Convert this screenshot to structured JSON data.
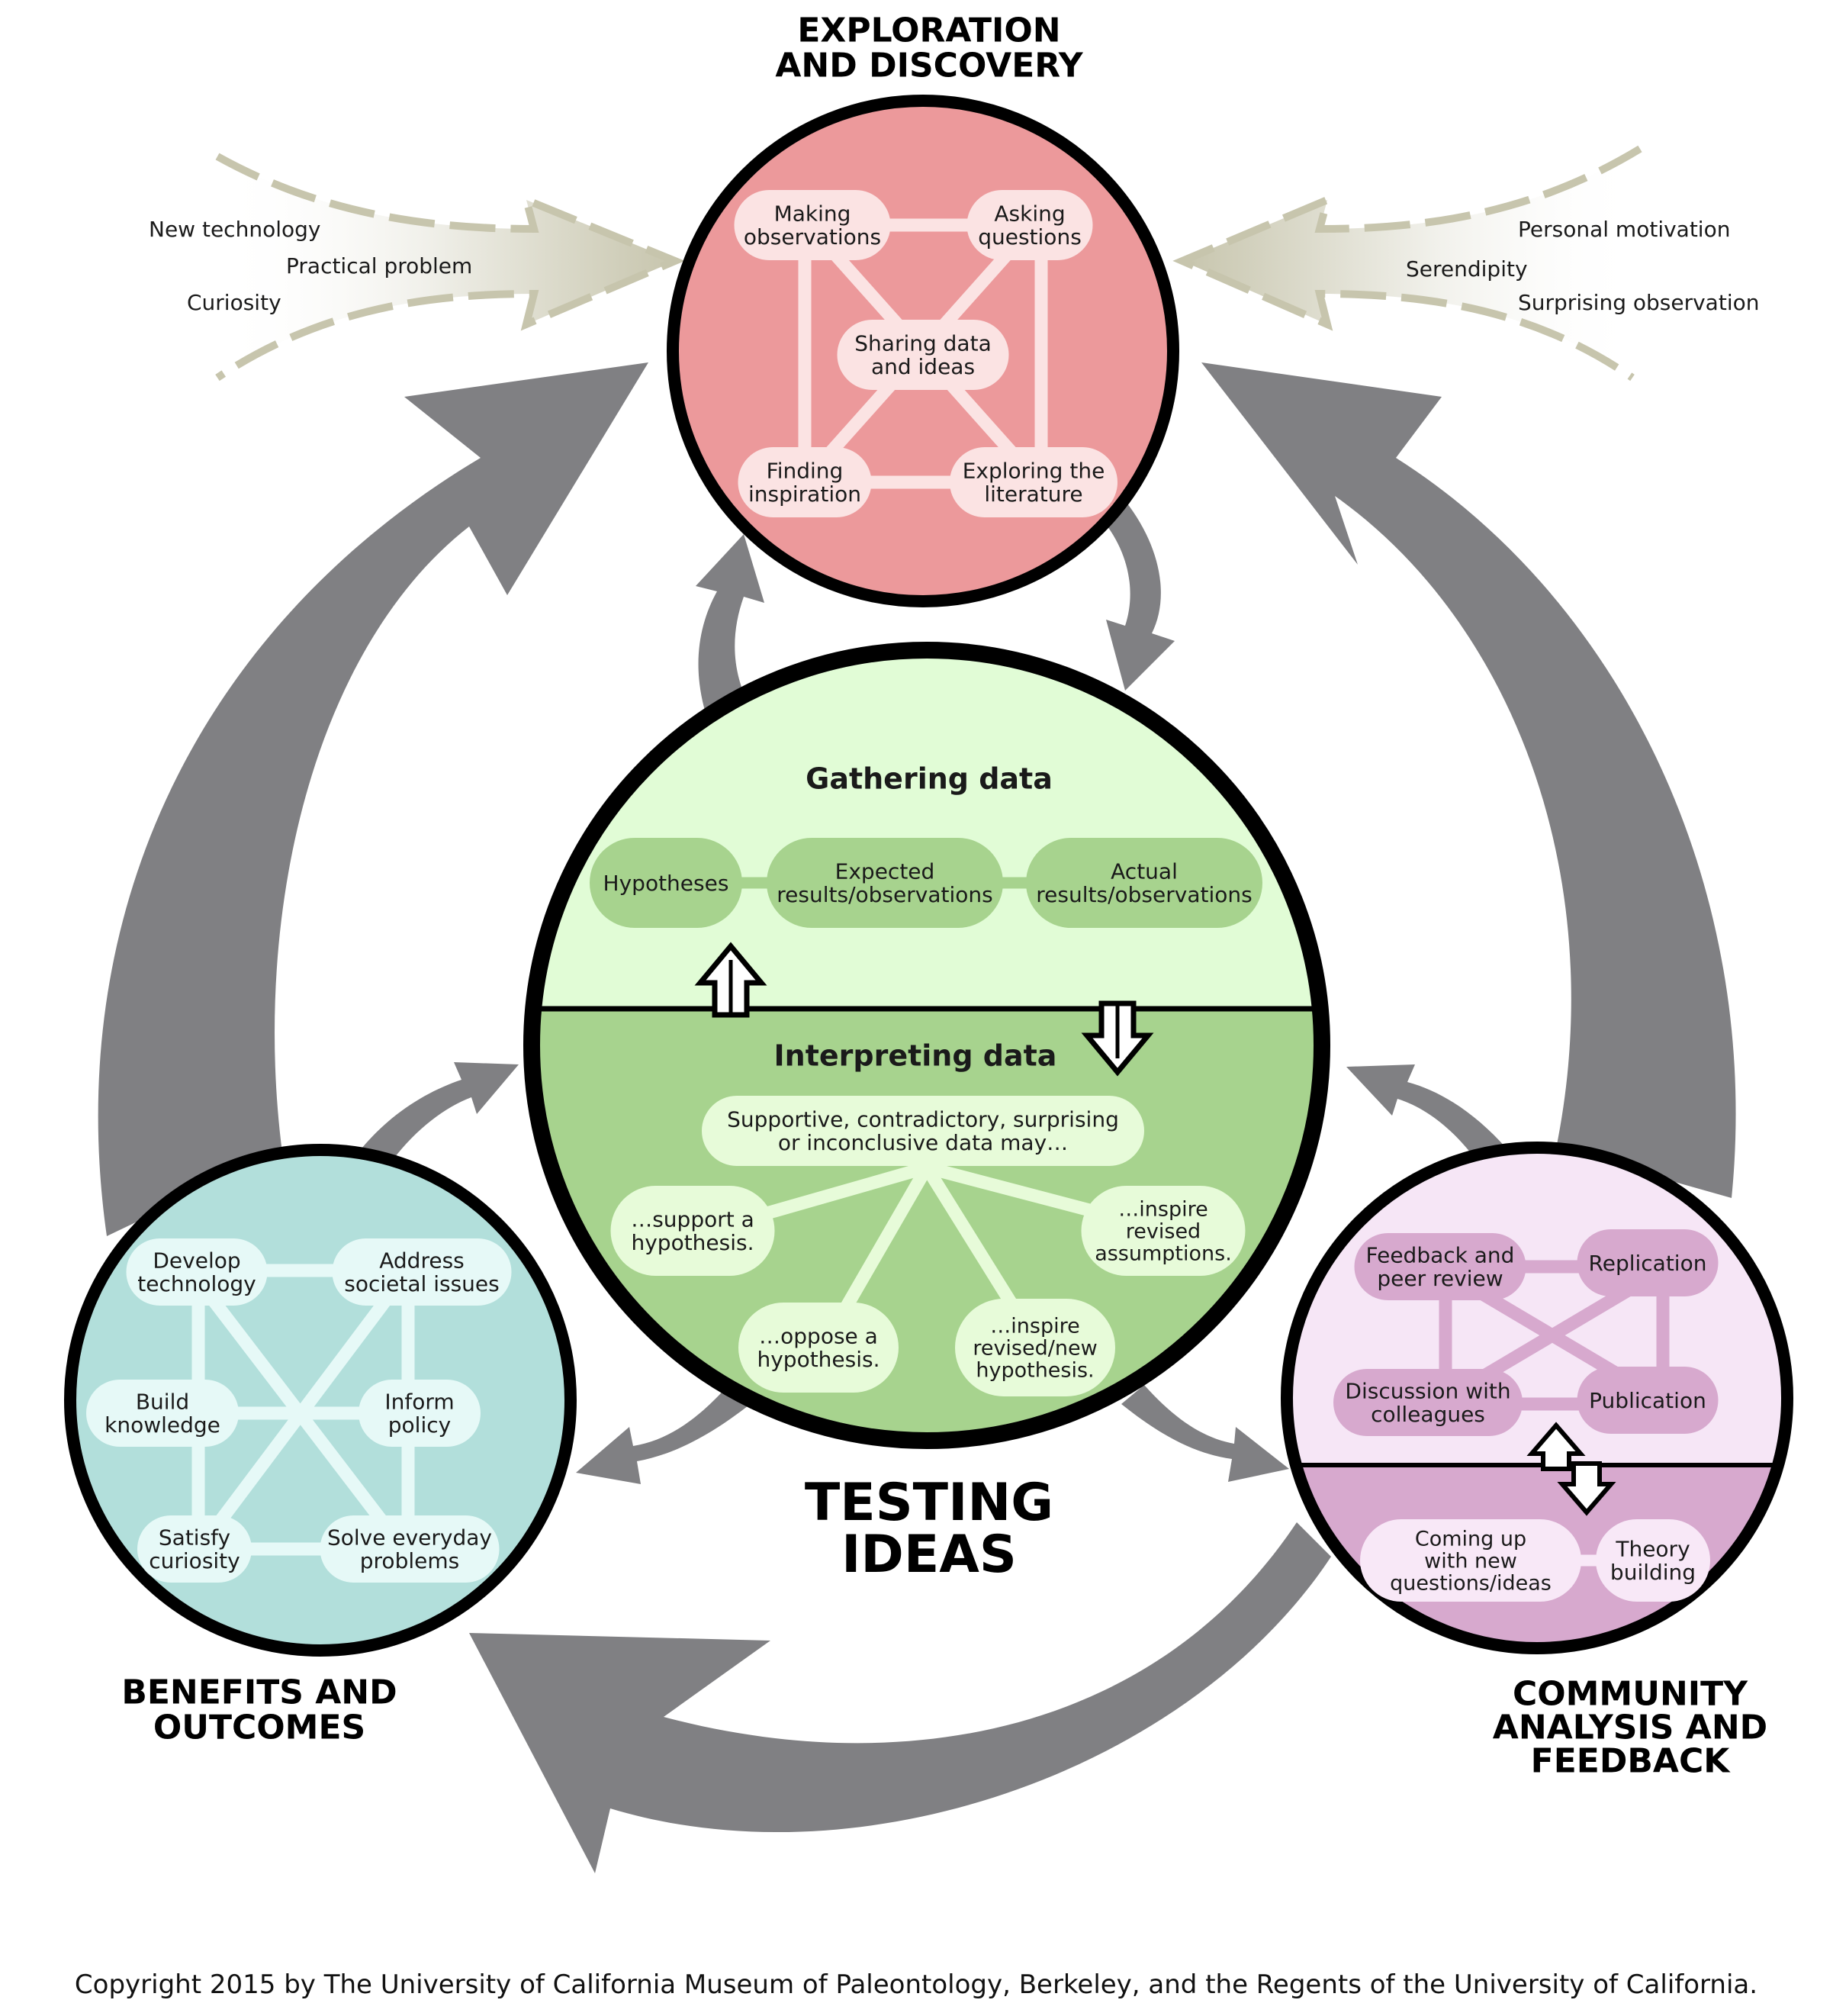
{
  "exploration": {
    "heading": [
      "EXPLORATION",
      "AND DISCOVERY"
    ],
    "nodes": {
      "making": [
        "Making",
        "observations"
      ],
      "asking": [
        "Asking",
        "questions"
      ],
      "sharing": [
        "Sharing data",
        "and ideas"
      ],
      "finding": [
        "Finding",
        "inspiration"
      ],
      "exploring": [
        "Exploring the",
        "literature"
      ]
    }
  },
  "influences": {
    "left": [
      "New technology",
      "Practical problem",
      "Curiosity"
    ],
    "right": [
      "Personal motivation",
      "Serendipity",
      "Surprising observation"
    ]
  },
  "testing": {
    "heading": [
      "TESTING",
      "IDEAS"
    ],
    "gathering_title": "Gathering data",
    "gathering_nodes": {
      "hypotheses": [
        "Hypotheses"
      ],
      "expected": [
        "Expected",
        "results/observations"
      ],
      "actual": [
        "Actual",
        "results/observations"
      ]
    },
    "interpreting_title": "Interpreting data",
    "interpreting_nodes": {
      "data": [
        "Supportive, contradictory, surprising",
        "or inconclusive data may…"
      ],
      "support": [
        "…support a",
        "hypothesis."
      ],
      "oppose": [
        "…oppose a",
        "hypothesis."
      ],
      "inspire_new": [
        "…inspire",
        "revised/new",
        "hypothesis."
      ],
      "inspire_assump": [
        "…inspire",
        "revised",
        "assumptions."
      ]
    }
  },
  "benefits": {
    "heading": [
      "BENEFITS AND",
      "OUTCOMES"
    ],
    "nodes": {
      "develop": [
        "Develop",
        "technology"
      ],
      "address": [
        "Address",
        "societal issues"
      ],
      "build": [
        "Build",
        "knowledge"
      ],
      "inform": [
        "Inform",
        "policy"
      ],
      "satisfy": [
        "Satisfy",
        "curiosity"
      ],
      "solve": [
        "Solve everyday",
        "problems"
      ]
    }
  },
  "community": {
    "heading": [
      "COMMUNITY",
      "ANALYSIS AND",
      "FEEDBACK"
    ],
    "nodes": {
      "feedback": [
        "Feedback and",
        "peer review"
      ],
      "replication": [
        "Replication"
      ],
      "discussion": [
        "Discussion with",
        "colleagues"
      ],
      "publication": [
        "Publication"
      ],
      "coming": [
        "Coming up",
        "with new",
        "questions/ideas"
      ],
      "theory": [
        "Theory",
        "building"
      ]
    }
  },
  "copyright": "Copyright 2015 by The University of California Museum of Paleontology, Berkeley, and the Regents of the University of California.",
  "colors": {
    "exploration_fill": "#ec999b",
    "exploration_node": "#fbe3e3",
    "testing_top_fill": "#e1fcd6",
    "testing_bottom_fill": "#a7d38e",
    "testing_top_node": "#a7d38e",
    "testing_bottom_node": "#e7fbd9",
    "benefits_fill": "#b2dfdb",
    "benefits_node": "#e6f9f7",
    "community_top_fill": "#f6e6f6",
    "community_bottom_fill": "#d7a9ce",
    "community_top_node": "#d7a9ce",
    "community_bottom_node": "#f8e8f7",
    "arrow_gray": "#808083",
    "influence_arrow": "#c7c5ad",
    "outline": "#000000"
  }
}
